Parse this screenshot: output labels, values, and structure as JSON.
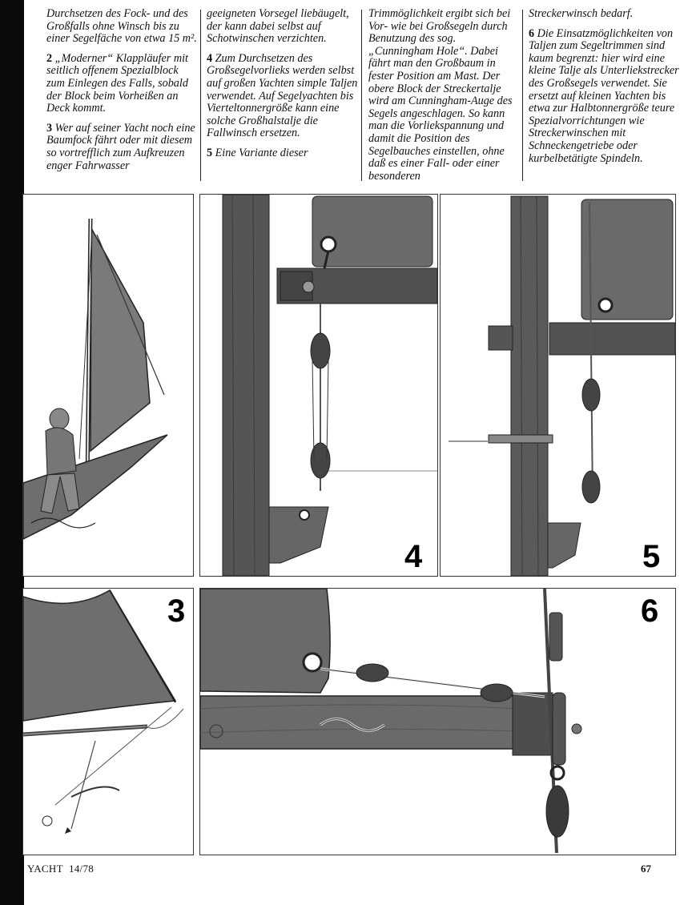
{
  "text": {
    "col1": {
      "p1": "Durchsetzen des Fock- und des Großfalls ohne Winsch bis zu einer Segelfäche von etwa 15 m².",
      "p2_num": "2",
      "p2": "„Moderner“ Klappläufer mit seitlich offenem Spezialblock zum Einlegen des Falls, sobald der Block beim Vorheißen an Deck kommt.",
      "p3_num": "3",
      "p3": "Wer auf seiner Yacht noch eine Baumfock fährt oder mit diesem so vortrefflich zum Aufkreuzen enger Fahrwasser"
    },
    "col2": {
      "p1": "geeigneten Vorsegel liebäugelt, der kann dabei selbst auf Schotwinschen verzichten.",
      "p2_num": "4",
      "p2": "Zum Durchsetzen des Großsegelvorlieks werden selbst auf großen Yachten simple Taljen verwendet. Auf Segelyachten bis Vierteltonnergröße kann eine solche Großhalstalje die Fallwinsch ersetzen.",
      "p3_num": "5",
      "p3": "Eine Variante dieser"
    },
    "col3": {
      "p1": "Trimmöglichkeit ergibt sich bei Vor- wie bei Großsegeln durch Benutzung des sog. „Cunningham Hole“. Dabei fährt man den Großbaum in fester Position am Mast. Der obere Block der Streckertalje wird am Cunningham-Auge des Segels angeschlagen. So kann man die Vorliekspannung und damit die Position des Segelbauches einstellen, ohne daß es einer Fall- oder einer besonderen"
    },
    "col4": {
      "p1": "Streckerwinsch bedarf.",
      "p2_num": "6",
      "p2": "Die Einsatzmöglichkeiten von Taljen zum Segeltrimmen sind kaum begrenzt: hier wird eine kleine Talje als Unterliekstrecker des Großsegels verwendet. Sie ersetzt auf kleinen Yachten bis etwa zur Halbtonnergröße teure Spezialvorrichtungen wie Streckerwinschen mit Schneckengetriebe oder kurbelbetätigte Spindeln."
    }
  },
  "figures": {
    "fig3_label": "3",
    "fig4_label": "4",
    "fig5_label": "5",
    "fig6_label": "6"
  },
  "footer": {
    "magazine": "YACHT",
    "issue": "14/78",
    "page": "67"
  }
}
